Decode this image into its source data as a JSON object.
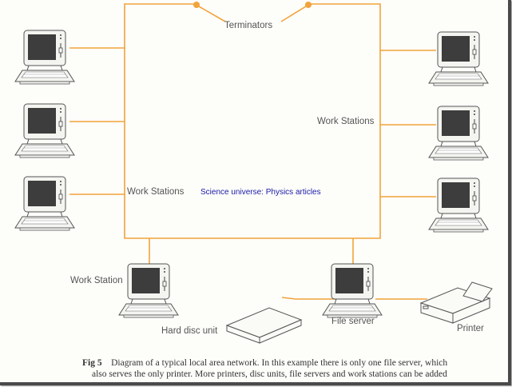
{
  "diagram": {
    "labels": {
      "terminators": "Terminators",
      "work_stations_left": "Work Stations",
      "work_stations_right": "Work Stations",
      "work_station_bottom": "Work Station",
      "hard_disc_unit": "Hard disc unit",
      "file_server": "File server",
      "printer": "Printer"
    },
    "watermark": "Science universe: Physics articles",
    "colors": {
      "cable": "#f2a33a",
      "terminator": "#f2a33a",
      "outline": "#555555",
      "screen": "#3d3d3d"
    }
  },
  "caption": {
    "fig_label": "Fig  5",
    "line1": "Diagram of a typical local area network. In this example there is only one file server, which",
    "line2": "also serves the only printer. More printers, disc units, file servers and work stations can be added"
  }
}
